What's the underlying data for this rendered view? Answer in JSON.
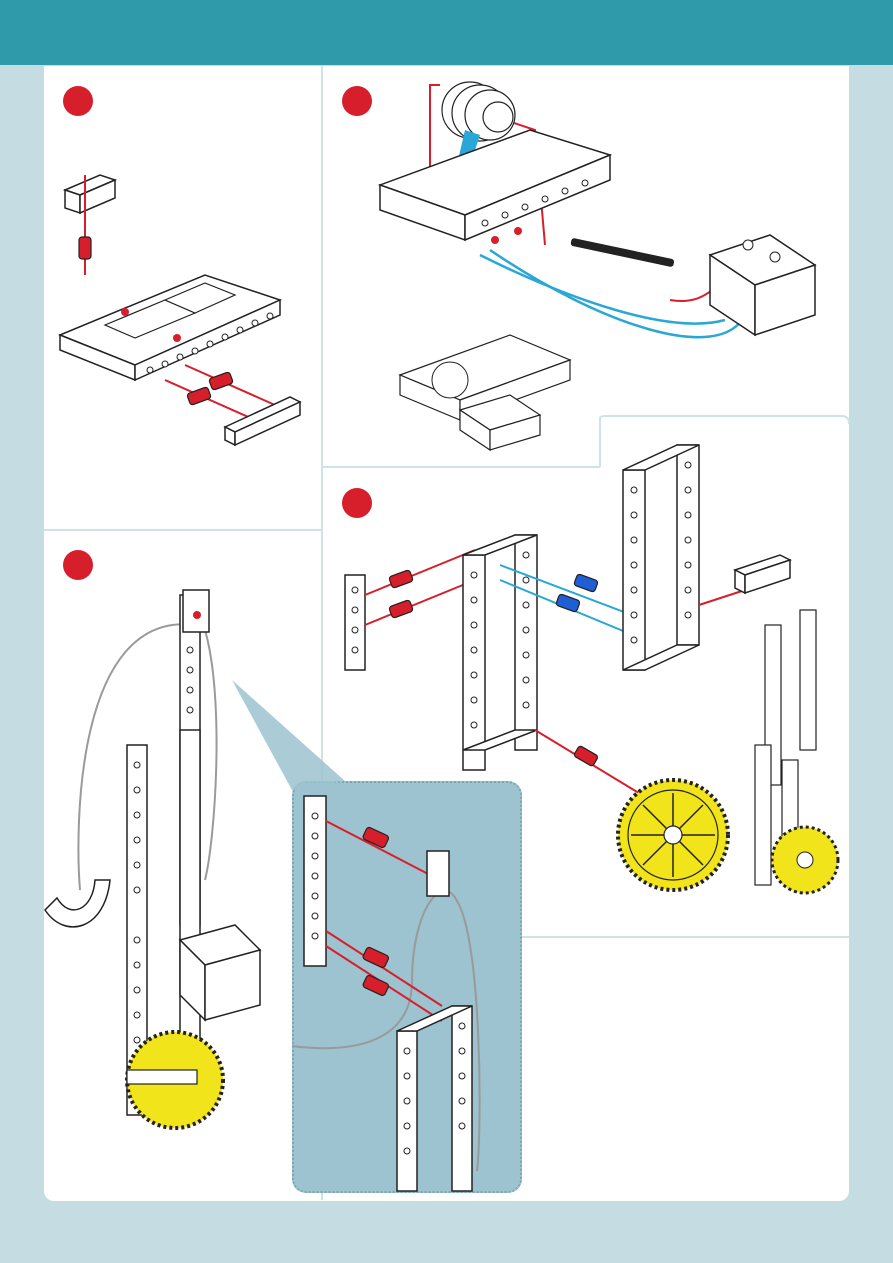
{
  "page": {
    "colors": {
      "header": "#2f9aa9",
      "page_background": "#c5dde2",
      "panel": "#ffffff",
      "step_marker": "#d71f2b",
      "pin_red": "#d71f2b",
      "pin_blue": "#1f5fd6",
      "cable_blue": "#2aa7d6",
      "gear_yellow": "#f2e41a",
      "inset_background": "#9cc3cf"
    }
  },
  "steps": [
    {
      "id": 1,
      "marker": "red-dot"
    },
    {
      "id": 2,
      "marker": "red-dot"
    },
    {
      "id": 3,
      "marker": "red-dot"
    },
    {
      "id": 4,
      "marker": "red-dot"
    }
  ]
}
